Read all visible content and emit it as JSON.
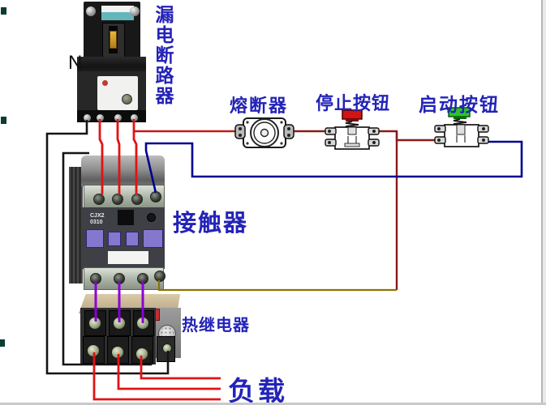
{
  "colors": {
    "label-blue": "#2323b8",
    "wire-red": "#e21313",
    "wire-crimson": "#c01a1a",
    "wire-dark-red": "#8b1a1a",
    "wire-black": "#141414",
    "wire-blue": "#000090",
    "wire-purple": "#8a00d4",
    "wire-olive": "#8a7400",
    "stop-cap": "#d21414",
    "start-cap": "#2cc42c"
  },
  "components": {
    "breaker": {
      "label": "漏电断路器",
      "chars": [
        "漏",
        "电",
        "断",
        "路",
        "器"
      ],
      "neutral_label": "N"
    },
    "fuse": {
      "label": "熔断器"
    },
    "stop_button": {
      "label": "停止按钮"
    },
    "start_button": {
      "label": "启动按钮"
    },
    "contactor": {
      "label": "接触器",
      "model_line1": "CJX2",
      "model_line2": "0310"
    },
    "thermal_relay": {
      "label": "热继电器"
    },
    "load": {
      "label": "负载"
    }
  }
}
